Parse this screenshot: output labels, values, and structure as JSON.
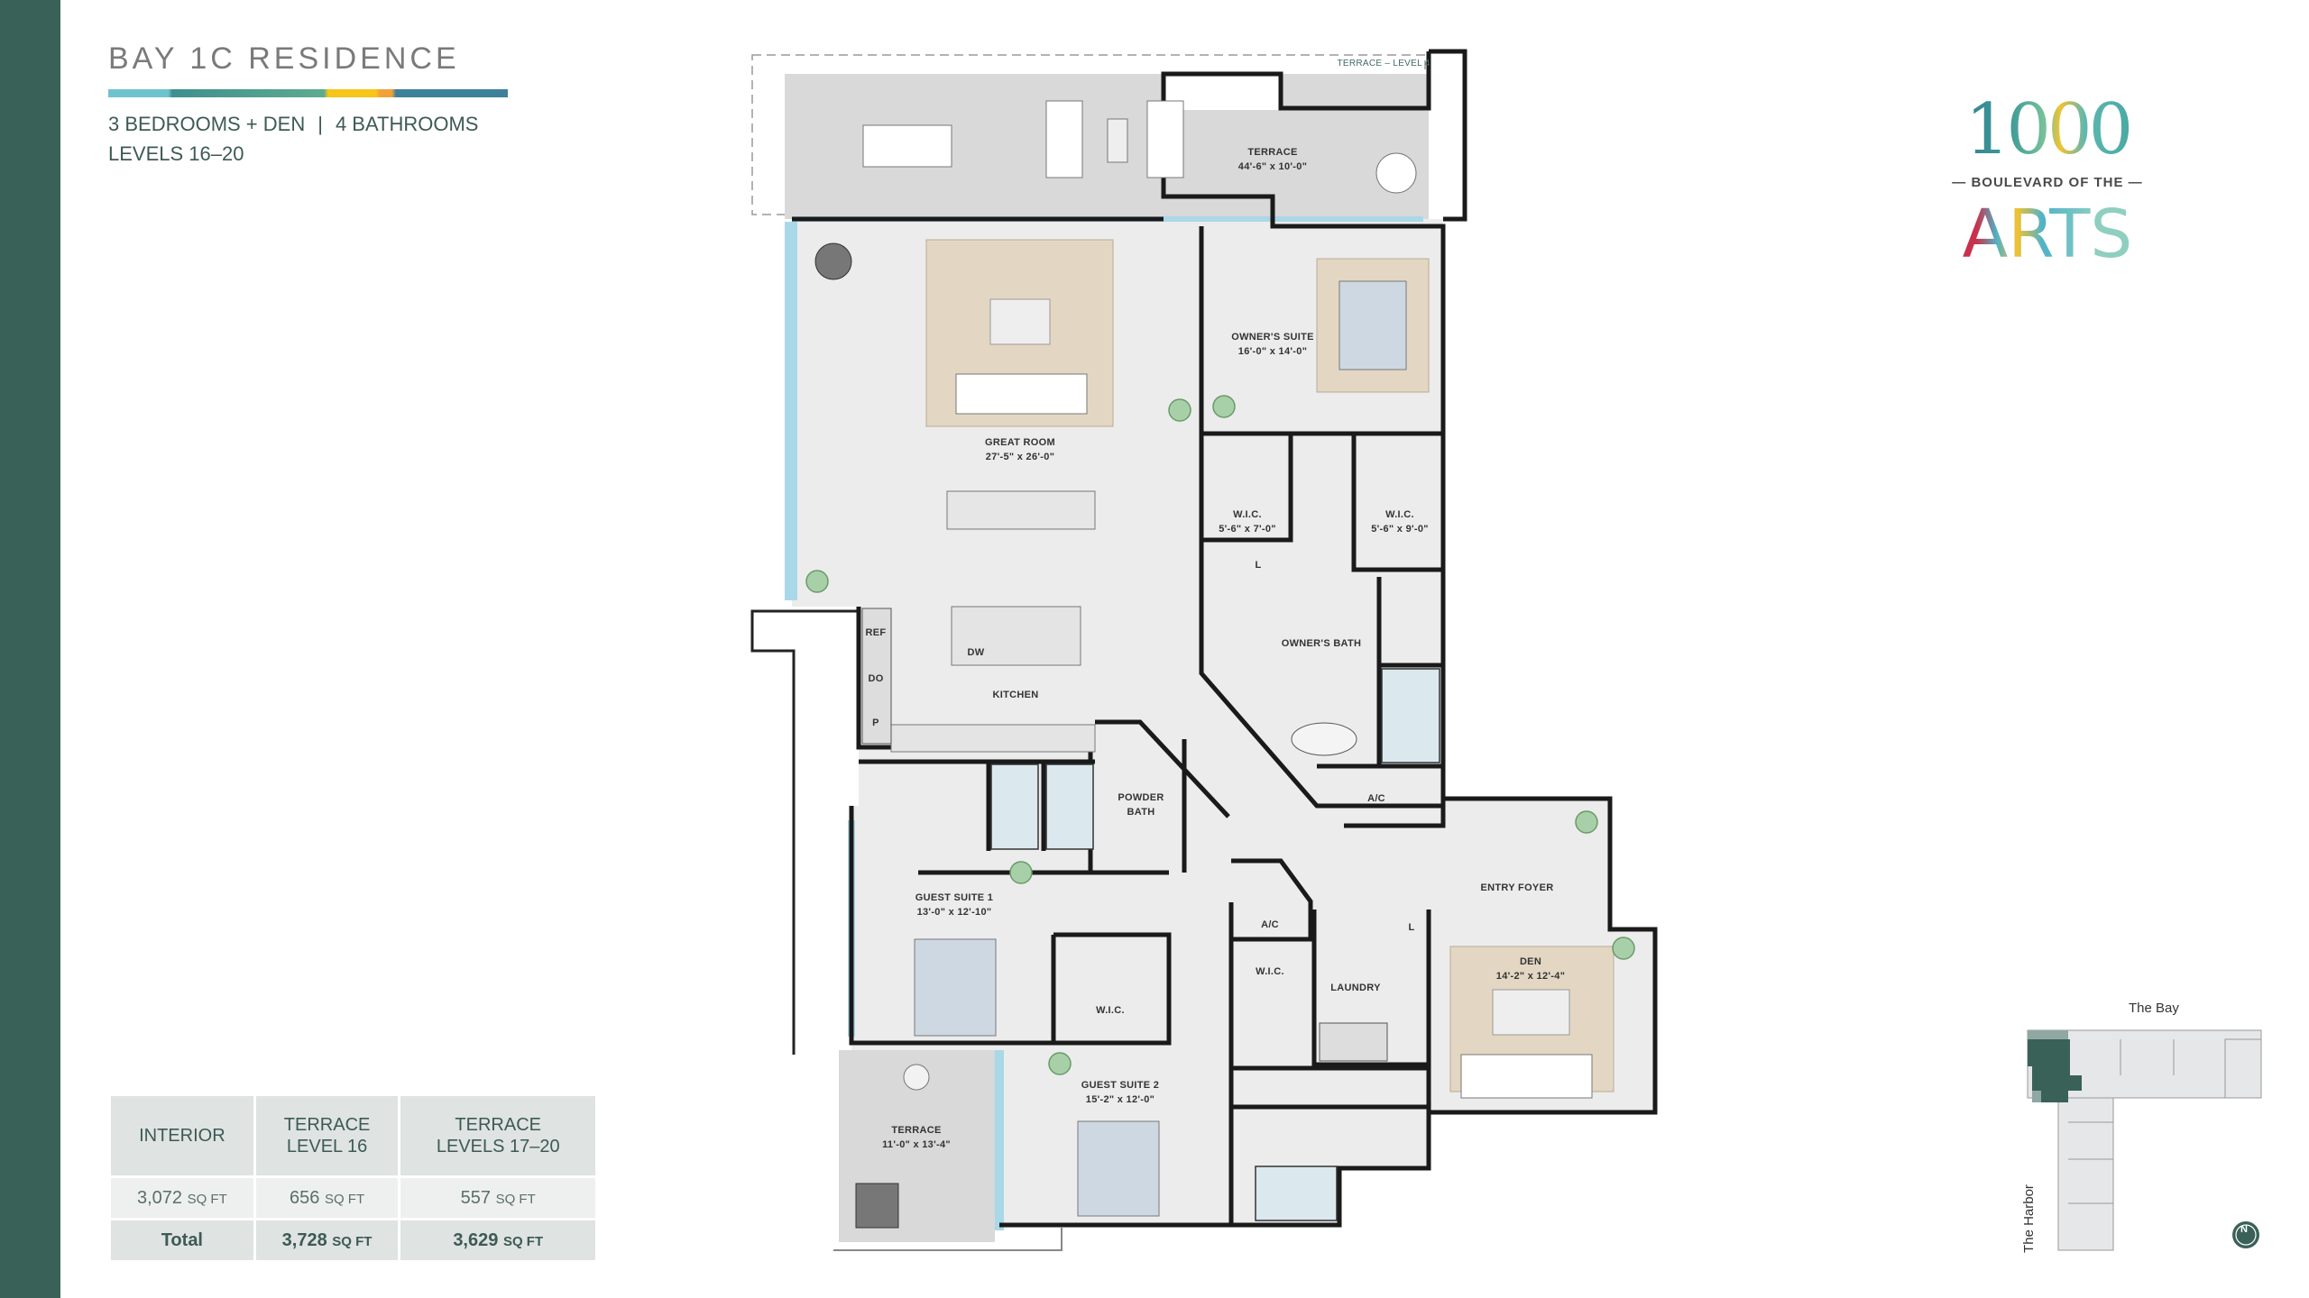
{
  "header": {
    "title": "BAY 1C RESIDENCE",
    "bedrooms": "3 BEDROOMS + DEN",
    "separator": "|",
    "bathrooms": "4 BATHROOMS",
    "levels": "LEVELS 16–20"
  },
  "area_table": {
    "headers": [
      {
        "line1": "INTERIOR",
        "line2": ""
      },
      {
        "line1": "TERRACE",
        "line2": "LEVEL 16"
      },
      {
        "line1": "TERRACE",
        "line2": "LEVELS 17–20"
      }
    ],
    "values": [
      {
        "num": "3,072",
        "unit": "SQ FT"
      },
      {
        "num": "656",
        "unit": "SQ FT"
      },
      {
        "num": "557",
        "unit": "SQ FT"
      }
    ],
    "total_label": "Total",
    "totals": [
      {
        "num": "3,728",
        "unit": "SQ FT"
      },
      {
        "num": "3,629",
        "unit": "SQ FT"
      }
    ]
  },
  "logo": {
    "number": "1000",
    "middle": "— BOULEVARD OF THE —",
    "word": "ARTS"
  },
  "key_plan": {
    "top_label": "The Bay",
    "side_label": "The Harbor",
    "compass": "N",
    "highlight_color": "#3a6158"
  },
  "rooms": {
    "terrace_level4": "TERRACE – LEVEL 4",
    "terrace_main": {
      "name": "TERRACE",
      "dims": "44'-6\" x 10'-0\""
    },
    "owners_suite": {
      "name": "OWNER'S SUITE",
      "dims": "16'-0\" x 14'-0\""
    },
    "great_room": {
      "name": "GREAT ROOM",
      "dims": "27'-5\" x 26'-0\""
    },
    "wic_1": {
      "name": "W.I.C.",
      "dims": "5'-6\" x 7'-0\""
    },
    "wic_2": {
      "name": "W.I.C.",
      "dims": "5'-6\" x 9'-0\""
    },
    "linen_1": "L",
    "owners_bath": "OWNER'S BATH",
    "ref": "REF",
    "do": "DO",
    "pantry": "P",
    "dw": "DW",
    "kitchen": "KITCHEN",
    "powder_bath": {
      "line1": "POWDER",
      "line2": "BATH"
    },
    "ac_1": "A/C",
    "entry_foyer": "ENTRY FOYER",
    "guest_suite_1": {
      "name": "GUEST SUITE 1",
      "dims": "13'-0\" x 12'-10\""
    },
    "ac_2": "A/C",
    "linen_2": "L",
    "wic_3": "W.I.C.",
    "laundry": "LAUNDRY",
    "den": {
      "name": "DEN",
      "dims": "14'-2\" x 12'-4\""
    },
    "wic_4": "W.I.C.",
    "guest_suite_2": {
      "name": "GUEST SUITE 2",
      "dims": "15'-2\" x 12'-0\""
    },
    "terrace_small": {
      "name": "TERRACE",
      "dims": "11'-0\" x 13'-4\""
    }
  },
  "colors": {
    "sidebar": "#3a6158",
    "text": "#3d5a55",
    "floor": "#ececec",
    "terrace": "#d9d9d9",
    "rug": "#e3d7c3",
    "bed": "#cdd8e3",
    "glass": "#a9d8e8",
    "plant": "#a8d0a8"
  }
}
